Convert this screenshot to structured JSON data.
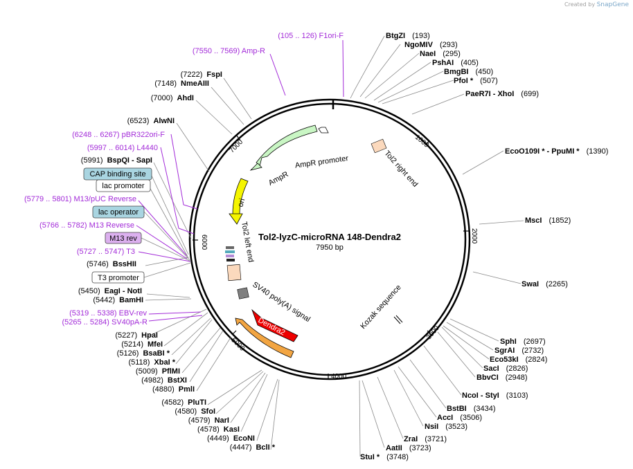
{
  "credit": {
    "prefix": "Created by",
    "brand": "SnapGene"
  },
  "plasmid": {
    "name": "Tol2-lyzC-microRNA 148-Dendra2",
    "size": "7950 bp"
  },
  "colors": {
    "feature_label": "#a22ad8",
    "ampr": "#c9f6c4",
    "ori": "#f5f500",
    "dendra": "#ee0000",
    "sv40": "#f2a542",
    "cap_box": "#a9d5e1",
    "m13rev_box": "#dcb0ef",
    "tol2": "#fbd9bd"
  },
  "ticks": [
    "1000",
    "2000",
    "3000",
    "4000",
    "5000",
    "6000",
    "7000"
  ],
  "features": {
    "ampr": "AmpR",
    "ampr_promoter": "AmpR promoter",
    "tol2_right": "Tol2 right end",
    "ori": "ori",
    "tol2_left": "Tol2 left end",
    "sv40": "SV40 poly(A) signal",
    "dendra": "Dendra2",
    "kozak": "Kozak sequence"
  },
  "right_labels": [
    {
      "enz": "BtgZI",
      "pos": "(193)"
    },
    {
      "enz": "NgoMIV",
      "pos": "(293)"
    },
    {
      "enz": "NaeI",
      "pos": "(295)"
    },
    {
      "enz": "PshAI",
      "pos": "(405)"
    },
    {
      "enz": "BmgBI",
      "pos": "(450)"
    },
    {
      "enz": "PfoI *",
      "pos": "(507)"
    },
    {
      "enz": "PaeR7I  - XhoI",
      "pos": "(699)"
    },
    {
      "enz": "EcoO109I *  - PpuMI *",
      "pos": "(1390)"
    },
    {
      "enz": "MscI",
      "pos": "(1852)"
    },
    {
      "enz": "SwaI",
      "pos": "(2265)"
    },
    {
      "enz": "SphI",
      "pos": "(2697)"
    },
    {
      "enz": "SgrAI",
      "pos": "(2732)"
    },
    {
      "enz": "Eco53kI",
      "pos": "(2824)"
    },
    {
      "enz": "SacI",
      "pos": "(2826)"
    },
    {
      "enz": "BbvCI",
      "pos": "(2948)"
    },
    {
      "enz": "NcoI  - StyI",
      "pos": "(3103)"
    },
    {
      "enz": "BstBI",
      "pos": "(3434)"
    },
    {
      "enz": "AccI",
      "pos": "(3506)"
    },
    {
      "enz": "NsiI",
      "pos": "(3523)"
    },
    {
      "enz": "ZraI",
      "pos": "(3721)"
    },
    {
      "enz": "AatII",
      "pos": "(3723)"
    },
    {
      "enz": "StuI *",
      "pos": "(3748)"
    }
  ],
  "left_labels": [
    {
      "enz": "FspI",
      "pos": "(7222)"
    },
    {
      "enz": "NmeAIII",
      "pos": "(7148)"
    },
    {
      "enz": "AhdI",
      "pos": "(7000)"
    },
    {
      "enz": "AlwNI",
      "pos": "(6523)"
    },
    {
      "enz": "BspQI  - SapI",
      "pos": "(5991)"
    },
    {
      "enz": "BssHII",
      "pos": "(5746)"
    },
    {
      "enz": "EagI  - NotI",
      "pos": "(5450)"
    },
    {
      "enz": "BamHI",
      "pos": "(5442)"
    },
    {
      "enz": "HpaI",
      "pos": "(5227)"
    },
    {
      "enz": "MfeI",
      "pos": "(5214)"
    },
    {
      "enz": "BsaBI *",
      "pos": "(5126)"
    },
    {
      "enz": "XbaI *",
      "pos": "(5118)"
    },
    {
      "enz": "PflMI",
      "pos": "(5009)"
    },
    {
      "enz": "BstXI",
      "pos": "(4982)"
    },
    {
      "enz": "PmlI",
      "pos": "(4880)"
    },
    {
      "enz": "PluTI",
      "pos": "(4582)"
    },
    {
      "enz": "SfoI",
      "pos": "(4580)"
    },
    {
      "enz": "NarI",
      "pos": "(4579)"
    },
    {
      "enz": "KasI",
      "pos": "(4578)"
    },
    {
      "enz": "EcoNI",
      "pos": "(4449)"
    },
    {
      "enz": "BclI *",
      "pos": "(4447)"
    }
  ],
  "feature_labels": [
    {
      "text": "(105 .. 126)  F1ori-F"
    },
    {
      "text": "(7550 .. 7569)  Amp-R"
    },
    {
      "text": "(6248 .. 6267)  pBR322ori-F"
    },
    {
      "text": "(5997 .. 6014)  L4440"
    },
    {
      "text": "(5779 .. 5801)  M13/pUC Reverse"
    },
    {
      "text": "(5766 .. 5782)  M13 Reverse"
    },
    {
      "text": "(5727 .. 5747)  T3"
    },
    {
      "text": "(5319 .. 5338)  EBV-rev"
    },
    {
      "text": "(5265 .. 5284)  SV40pA-R"
    }
  ],
  "boxed_labels": [
    {
      "text": "CAP binding site"
    },
    {
      "text": "lac promoter"
    },
    {
      "text": "lac operator"
    },
    {
      "text": "M13 rev"
    },
    {
      "text": "T3 promoter"
    }
  ]
}
